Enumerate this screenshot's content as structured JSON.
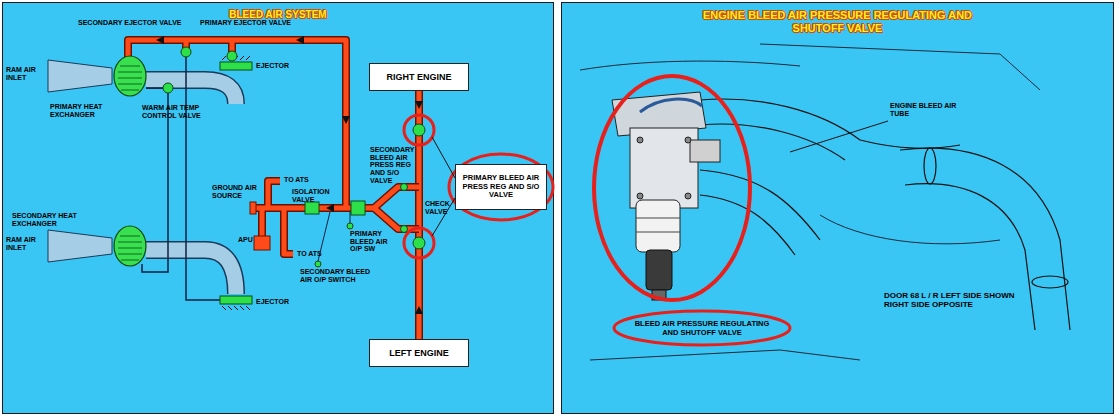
{
  "diagram": {
    "nodes": [
      {
        "text": [
          "BLEED AIR SYSTEM"
        ]
      },
      {
        "text": [
          "RIGHT ENGINE"
        ],
        "in": 0
      },
      {
        "text": [
          "PRIMARY BLEED AIR PRESS REG AND S/O VALVE"
        ],
        "in": 0
      },
      {
        "text": [
          "LEFT ENGINE"
        ],
        "in": 0
      },
      {
        "text": [
          "ENGINE BLEED AIR PRESSURE REGULATING AND SHUTOFF VALVE"
        ]
      },
      {
        "text": [
          "BLEED AIR PRESSURE REGULATING AND SHUTOFF VALVE"
        ],
        "in": 4
      }
    ],
    "edges": [
      {
        "from": 1,
        "to": 3,
        "arrow": "none"
      }
    ],
    "labels": [
      "SECONDARY EJECTOR VALVE",
      "PRIMARY EJECTOR VALVE",
      "EJECTOR",
      "RAM AIR INLET",
      "PRIMARY HEAT EXCHANGER",
      "WARM AIR TEMP CONTROL VALVE",
      "GROUND AIR SOURCE",
      "TO ATS",
      "ISOLATION VALVE",
      "APU",
      "TO ATS",
      "SECONDARY BLEED AIR PRESS REG AND S/O VALVE",
      "CHECK VALVE",
      "PRIMARY BLEED AIR O/P SW",
      "SECONDARY BLEED AIR O/P SWITCH",
      "SECONDARY HEAT EXCHANGER",
      "RAM AIR INLET",
      "EJECTOR",
      "ENGINE BLEED AIR TUBE",
      "DOOR 68 L / R LEFT SIDE SHOWN RIGHT SIDE OPPOSITE"
    ]
  }
}
